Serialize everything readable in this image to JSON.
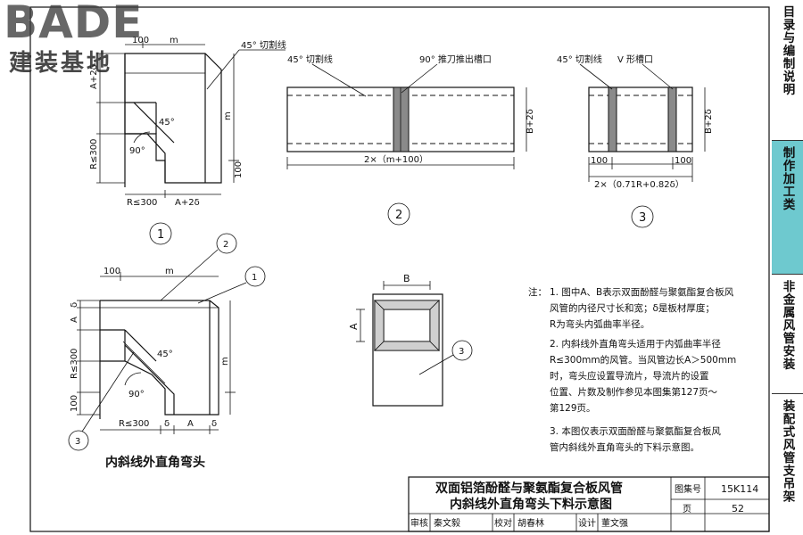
{
  "logo": {
    "brand": "BADE",
    "cn_name": "建装基地"
  },
  "sidebar": {
    "tabs": [
      {
        "label": "目录与编制说明",
        "active": false
      },
      {
        "label": "制作加工类",
        "active": true
      },
      {
        "label": "非金属风管安装",
        "active": false
      },
      {
        "label": "装配式风管支吊架",
        "active": false
      }
    ]
  },
  "figure1": {
    "dims": {
      "top_left": "100",
      "top_m": "m",
      "a_plus_d": "A+2δ",
      "r300": "R≤300",
      "hundred": "100",
      "bottom_r": "R≤300",
      "bottom_a": "A+2δ",
      "right_m": "m"
    },
    "cut_label": "45° 切割线",
    "angle90": "90°",
    "angle45": "45°",
    "circle": "1"
  },
  "figure2": {
    "cut_label": "45° 切割线",
    "groove_label": "90° 推刀推出槽口",
    "width_label": "2×（m+100）",
    "height_label": "B+2δ",
    "circle": "2"
  },
  "figure3": {
    "cut_label": "45° 切割线",
    "groove_label": "V 形槽口",
    "left_100": "100",
    "right_100": "100",
    "width_label": "2×（0.71R+0.82δ）",
    "height_label": "B+2δ",
    "circle": "3"
  },
  "figure4": {
    "dims": {
      "top_100": "100",
      "top_m": "m",
      "delta": "δ",
      "a": "A",
      "r300": "R≤300",
      "hundred": "100",
      "bottom_r": "R≤300",
      "bottom_d1": "δ",
      "bottom_a": "A",
      "bottom_d2": "δ",
      "right_m": "m"
    },
    "angle90": "90°",
    "angle45": "45°",
    "callouts": [
      "2",
      "1",
      "3"
    ],
    "title": "内斜线外直角弯头"
  },
  "figure5": {
    "b": "B",
    "a": "A",
    "callout": "3"
  },
  "notes": {
    "heading": "注：",
    "items": [
      "1. 图中A、B表示双面酚醛与聚氨酯复合板风",
      "    风管的内径尺寸长和宽；δ是板材厚度；",
      "    R为弯头内弧曲率半径。",
      "2. 内斜线外直角弯头适用于内弧曲率半径",
      "    R≤300mm的风管。当风管边长A＞500mm",
      "    时，弯头应设置导流片，导流片的设置",
      "    位置、片数及制作参见本图集第127页～",
      "    第129页。",
      "3. 本图仅表示双面酚醛与聚氨酯复合板风",
      "    管内斜线外直角弯头的下料示意图。"
    ]
  },
  "titleblock": {
    "title_line1": "双面铝箔酚醛与聚氨酯复合板风管",
    "title_line2": "内斜线外直角弯头下料示意图",
    "atlas_label": "图集号",
    "atlas_no": "15K114",
    "page_label": "页",
    "page_no": "52",
    "row": [
      "审核",
      "秦文毅",
      "校对",
      "胡春林",
      "设计",
      "董文强"
    ]
  }
}
